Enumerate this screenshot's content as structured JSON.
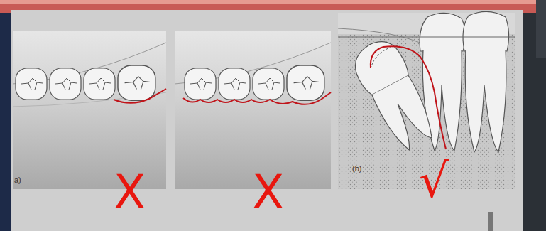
{
  "diagram": {
    "labels": [
      "a)",
      "(b)",
      "X",
      "X",
      "√"
    ]
  }
}
